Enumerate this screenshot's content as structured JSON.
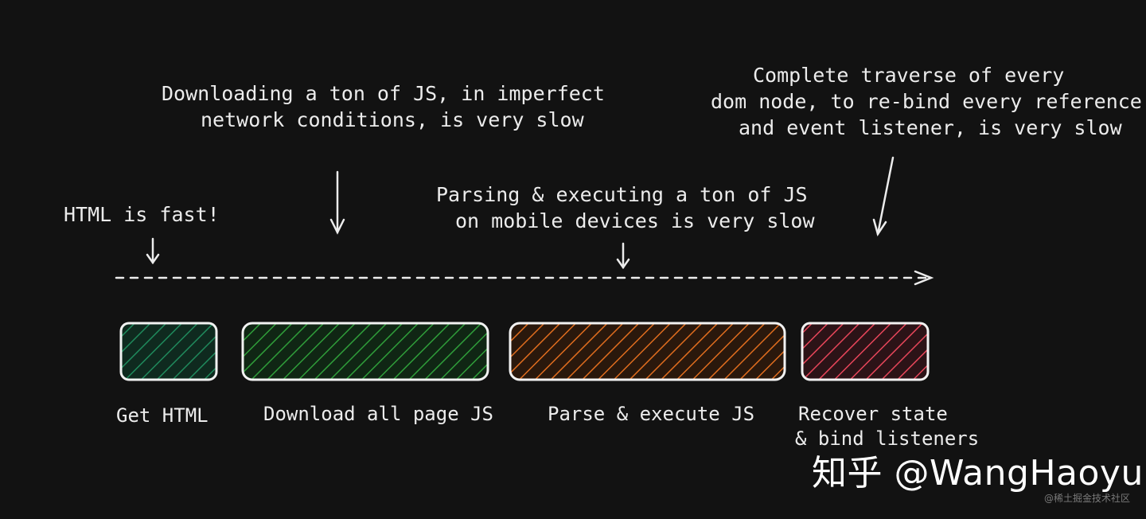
{
  "annotations": {
    "html_fast": "HTML is fast!",
    "download_line1": "Downloading a ton of JS, in imperfect",
    "download_line2": "network conditions, is very slow",
    "parse_line1": "Parsing & executing a ton of JS",
    "parse_line2": "on mobile devices is very slow",
    "traverse_line1": "Complete traverse of every",
    "traverse_line2": "dom node, to re-bind every reference",
    "traverse_line3": "and event listener, is very slow"
  },
  "stages": [
    {
      "label_line1": "Get HTML",
      "label_line2": "",
      "color": "#1f8a5c"
    },
    {
      "label_line1": "Download all page JS",
      "label_line2": "",
      "color": "#2f9e3a"
    },
    {
      "label_line1": "Parse & execute JS",
      "label_line2": "",
      "color": "#e06d1e"
    },
    {
      "label_line1": "Recover state",
      "label_line2": "& bind listeners",
      "color": "#e8465a"
    }
  ],
  "watermark": {
    "text": "知乎 @WangHaoyu",
    "corner": "@稀土掘金技术社区"
  },
  "colors": {
    "background": "#121212",
    "foreground": "#ececec"
  }
}
